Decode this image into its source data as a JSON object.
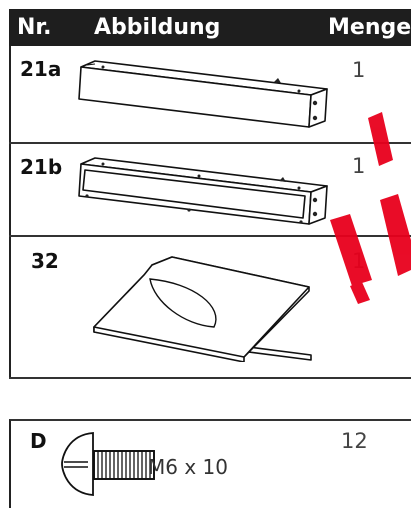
{
  "header": {
    "col_nr": "Nr.",
    "col_image": "Abbildung",
    "col_qty": "Menge"
  },
  "parts": [
    {
      "nr": "21a",
      "qty": "1",
      "icon": "wooden-beam"
    },
    {
      "nr": "21b",
      "qty": "1",
      "icon": "wooden-frame"
    },
    {
      "nr": "32",
      "qty": "1",
      "icon": "cutout-plate"
    }
  ],
  "hardware": [
    {
      "nr": "D",
      "qty": "12",
      "label": "M6 x 10",
      "icon": "screw"
    }
  ],
  "colors": {
    "header_bg": "#1e1e1e",
    "watermark": "#e8001c"
  }
}
